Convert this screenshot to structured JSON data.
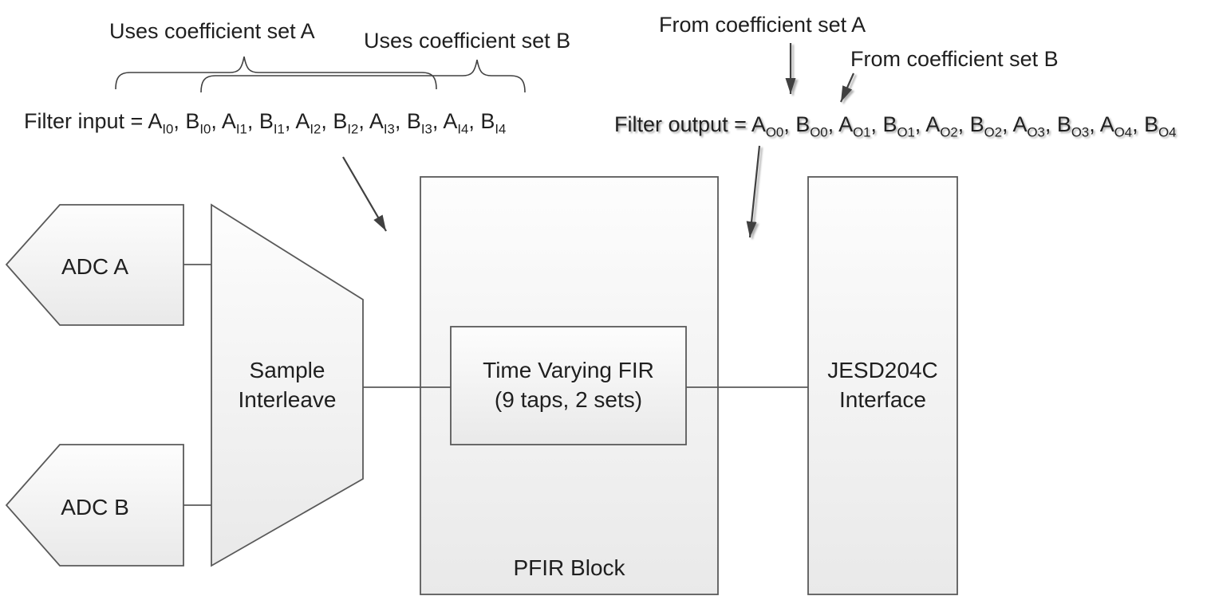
{
  "diagram": {
    "annotations": {
      "uses_set_a": "Uses coefficient set A",
      "uses_set_b": "Uses coefficient set B",
      "from_set_a": "From coefficient set A",
      "from_set_b": "From coefficient set B"
    },
    "filter_input": {
      "prefix": "Filter input = ",
      "terms": [
        {
          "base": "A",
          "sub": "I0"
        },
        {
          "base": "B",
          "sub": "I0"
        },
        {
          "base": "A",
          "sub": "I1"
        },
        {
          "base": "B",
          "sub": "I1"
        },
        {
          "base": "A",
          "sub": "I2"
        },
        {
          "base": "B",
          "sub": "I2"
        },
        {
          "base": "A",
          "sub": "I3"
        },
        {
          "base": "B",
          "sub": "I3"
        },
        {
          "base": "A",
          "sub": "I4"
        },
        {
          "base": "B",
          "sub": "I4"
        }
      ]
    },
    "filter_output": {
      "prefix": "Filter output = ",
      "terms": [
        {
          "base": "A",
          "sub": "O0"
        },
        {
          "base": "B",
          "sub": "O0"
        },
        {
          "base": "A",
          "sub": "O1"
        },
        {
          "base": "B",
          "sub": "O1"
        },
        {
          "base": "A",
          "sub": "O2"
        },
        {
          "base": "B",
          "sub": "O2"
        },
        {
          "base": "A",
          "sub": "O3"
        },
        {
          "base": "B",
          "sub": "O3"
        },
        {
          "base": "A",
          "sub": "O4"
        },
        {
          "base": "B",
          "sub": "O4"
        }
      ]
    },
    "blocks": {
      "adc_a": {
        "label": "ADC A"
      },
      "adc_b": {
        "label": "ADC B"
      },
      "sample_interleave": {
        "line1": "Sample",
        "line2": "Interleave"
      },
      "pfir": {
        "label": "PFIR Block"
      },
      "fir": {
        "line1": "Time Varying FIR",
        "line2": "(9 taps, 2 sets)"
      },
      "jesd": {
        "line1": "JESD204C",
        "line2": "Interface"
      }
    },
    "colors": {
      "block_fill_top": "#fdfdfd",
      "block_fill_bottom": "#e9e9e9",
      "block_stroke": "#595959",
      "annotation_stroke": "#404040",
      "text": "#1f1f1f"
    }
  }
}
